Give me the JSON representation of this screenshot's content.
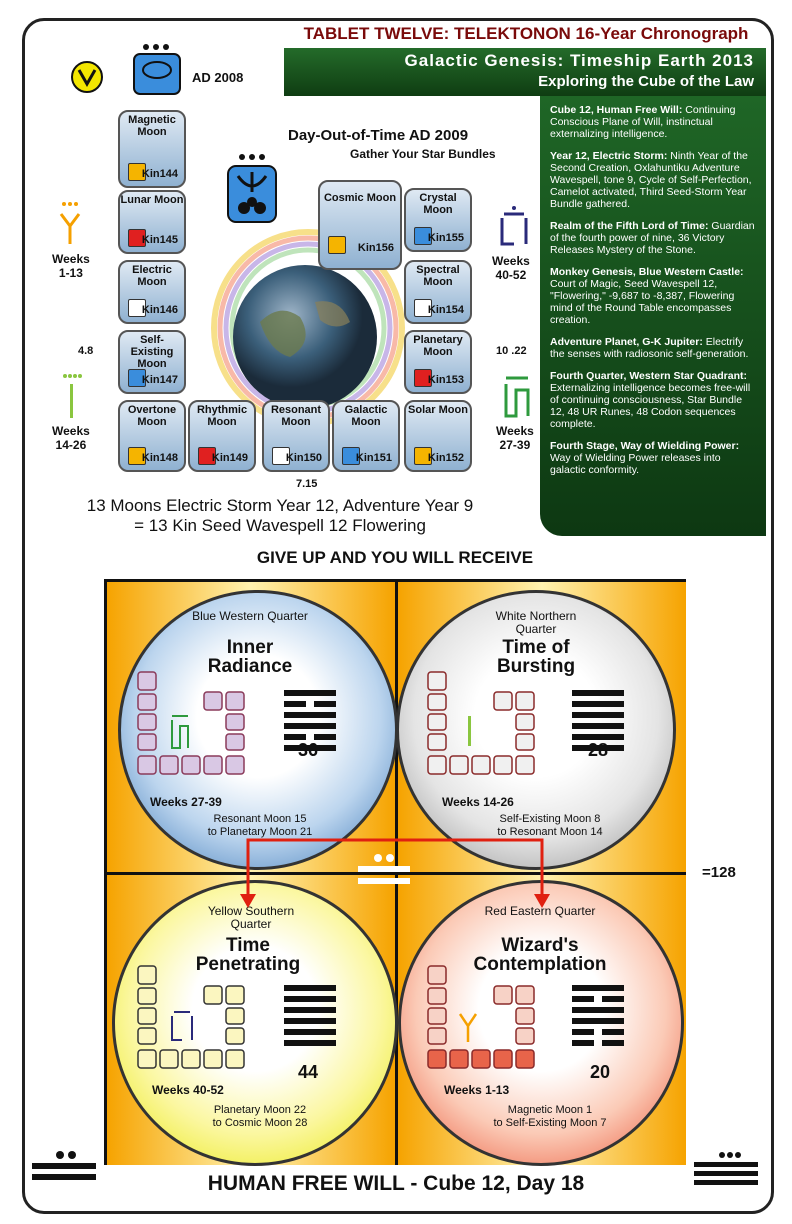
{
  "header": {
    "tablet": "TABLET TWELVE:  TELEKTONON  16-Year Chronograph",
    "title": "Galactic Genesis: Timeship Earth 2013",
    "subtitle": "Exploring the Cube of the Law"
  },
  "top": {
    "year_label": "AD 2008",
    "dot_title": "Day-Out-of-Time AD 2009",
    "dot_sub": "Gather Your Star Bundles",
    "caption_1": "13 Moons Electric Storm Year 12, Adventure Year 9",
    "caption_2": "= 13 Kin Seed Wavespell 12 Flowering",
    "weeks_left_top": "Weeks\n1-13",
    "weeks_left_bottom": "Weeks\n14-26",
    "weeks_right_top": "Weeks\n40-52",
    "weeks_right_bottom": "Weeks\n27-39",
    "marker_left": "4.8",
    "marker_right": "10 .22",
    "marker_bottom": "7.15"
  },
  "moons": [
    {
      "name": "Magnetic Moon",
      "kin": "Kin144"
    },
    {
      "name": "Lunar Moon",
      "kin": "Kin145"
    },
    {
      "name": "Electric Moon",
      "kin": "Kin146"
    },
    {
      "name": "Self-Existing Moon",
      "kin": "Kin147"
    },
    {
      "name": "Overtone Moon",
      "kin": "Kin148"
    },
    {
      "name": "Rhythmic Moon",
      "kin": "Kin149"
    },
    {
      "name": "Resonant Moon",
      "kin": "Kin150"
    },
    {
      "name": "Galactic Moon",
      "kin": "Kin151"
    },
    {
      "name": "Solar Moon",
      "kin": "Kin152"
    },
    {
      "name": "Planetary Moon",
      "kin": "Kin153"
    },
    {
      "name": "Spectral Moon",
      "kin": "Kin154"
    },
    {
      "name": "Crystal Moon",
      "kin": "Kin155"
    },
    {
      "name": "Cosmic Moon",
      "kin": "Kin156"
    }
  ],
  "panel": [
    {
      "head": "Cube 12, Human Free Will:",
      "body": "Continuing Conscious Plane of Will, instinctual externalizing intelligence."
    },
    {
      "head": "Year 12, Electric Storm:",
      "body": "Ninth Year of the Second Creation, Oxlahuntiku Adventure Wavespell, tone 9, Cycle of Self-Perfection, Camelot activated, Third Seed-Storm Year Bundle gathered."
    },
    {
      "head": "Realm of the Fifth Lord of Time:",
      "body": "Guardian of the fourth power of nine, 36 Victory Releases Mystery of the Stone."
    },
    {
      "head": "Monkey Genesis, Blue Western Castle:",
      "body": "Court of Magic, Seed Wavespell 12, \"Flowering,\" -9,687 to -8,387, Flowering mind of the Round Table encompasses creation."
    },
    {
      "head": "Adventure Planet, G-K Jupiter:",
      "body": "Electrify the senses with radiosonic self-generation."
    },
    {
      "head": "Fourth Quarter, Western Star Quadrant:",
      "body": "Externalizing intelligence becomes free-will of continuing consciousness, Star Bundle 12, 48 UR Runes, 48 Codon sequences complete."
    },
    {
      "head": "Fourth Stage, Way of Wielding Power:",
      "body": "Way of Wielding Power releases into galactic conformity."
    }
  ],
  "middle_title": "GIVE UP AND YOU WILL RECEIVE",
  "quarters": [
    {
      "quarter": "Blue Western Quarter",
      "name_1": "Inner",
      "name_2": "Radiance",
      "number": "36",
      "weeks": "Weeks 27-39",
      "range_1": "Resonant Moon 15",
      "range_2": "to Planetary Moon 21",
      "color": "#2f6fb3"
    },
    {
      "quarter": "White Northern Quarter",
      "name_1": "Time of",
      "name_2": "Bursting",
      "number": "28",
      "weeks": "Weeks 14-26",
      "range_1": "Self-Existing Moon 8",
      "range_2": "to Resonant Moon 14",
      "color": "#8a8a8a"
    },
    {
      "quarter": "Yellow Southern Quarter",
      "name_1": "Time",
      "name_2": "Penetrating",
      "number": "44",
      "weeks": "Weeks 40-52",
      "range_1": "Planetary Moon 22",
      "range_2": "to Cosmic Moon 28",
      "color": "#e6e600"
    },
    {
      "quarter": "Red Eastern Quarter",
      "name_1": "Wizard's",
      "name_2": "Contemplation",
      "number": "20",
      "weeks": "Weeks 1-13",
      "range_1": "Magnetic Moon 1",
      "range_2": "to Self-Existing Moon 7",
      "color": "#e84a2a"
    }
  ],
  "total": "=128",
  "footer": "HUMAN FREE WILL - Cube 12, Day 18"
}
